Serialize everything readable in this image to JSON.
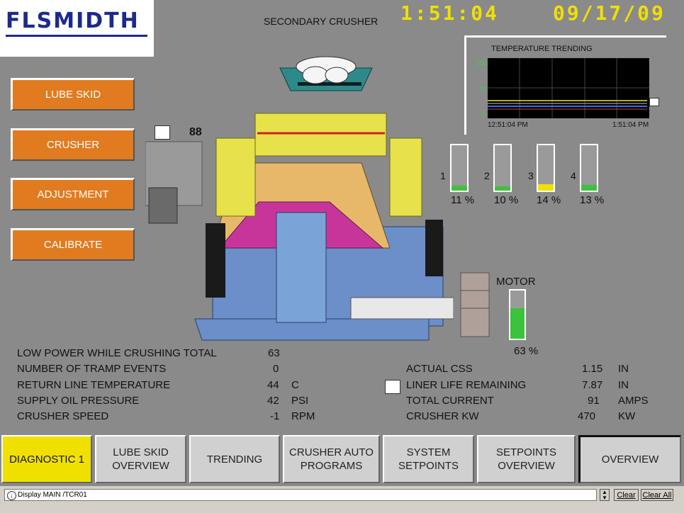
{
  "logo": {
    "text": "FLSMIDTH"
  },
  "header": {
    "title": "SECONDARY CRUSHER",
    "time": "1:51:04",
    "date": "09/17/09"
  },
  "side_menu": [
    {
      "label": "LUBE SKID"
    },
    {
      "label": "CRUSHER"
    },
    {
      "label": "ADJUSTMENT"
    },
    {
      "label": "CALIBRATE"
    }
  ],
  "crusher_indicator": {
    "value": "88"
  },
  "trend": {
    "title": "TEMPERATURE TRENDING",
    "y_ticks": [
      "150",
      "75",
      "0"
    ],
    "start_time": "12:51:04 PM",
    "end_time": "1:51:04 PM"
  },
  "bars": [
    {
      "num": "1",
      "pct": "11 %",
      "fraction": 0.11,
      "color": "#3cc23c"
    },
    {
      "num": "2",
      "pct": "10 %",
      "fraction": 0.1,
      "color": "#3cc23c"
    },
    {
      "num": "3",
      "pct": "14 %",
      "fraction": 0.14,
      "color": "#f0e000"
    },
    {
      "num": "4",
      "pct": "13 %",
      "fraction": 0.13,
      "color": "#3cc23c"
    }
  ],
  "motor": {
    "label": "MOTOR",
    "pct": "63 %",
    "fraction": 0.63
  },
  "stats_left": [
    {
      "label": "LOW POWER WHILE CRUSHING TOTAL",
      "value": "63",
      "unit": ""
    },
    {
      "label": "NUMBER OF TRAMP EVENTS",
      "value": "0",
      "unit": ""
    },
    {
      "label": "RETURN LINE TEMPERATURE",
      "value": "44",
      "unit": "C"
    },
    {
      "label": "SUPPLY OIL PRESSURE",
      "value": "42",
      "unit": "PSI"
    },
    {
      "label": "CRUSHER SPEED",
      "value": "-1",
      "unit": "RPM"
    }
  ],
  "stats_right": [
    {
      "label": "ACTUAL CSS",
      "value": "1.15",
      "unit": "IN"
    },
    {
      "label": "LINER LIFE REMAINING",
      "value": "7.87",
      "unit": "IN"
    },
    {
      "label": "TOTAL CURRENT",
      "value": "91",
      "unit": "AMPS"
    },
    {
      "label": "CRUSHER KW",
      "value": "470",
      "unit": "KW"
    }
  ],
  "nav": [
    {
      "label": "DIAGNOSTIC 1"
    },
    {
      "label": "LUBE SKID\nOVERVIEW"
    },
    {
      "label": "TRENDING"
    },
    {
      "label": "CRUSHER AUTO\nPROGRAMS"
    },
    {
      "label": "SYSTEM\nSETPOINTS"
    },
    {
      "label": "SETPOINTS\nOVERVIEW"
    },
    {
      "label": "OVERVIEW"
    }
  ],
  "status_bar": {
    "display": "Display MAIN /TCR01",
    "clear": "Clear",
    "clear_all": "Clear All"
  }
}
